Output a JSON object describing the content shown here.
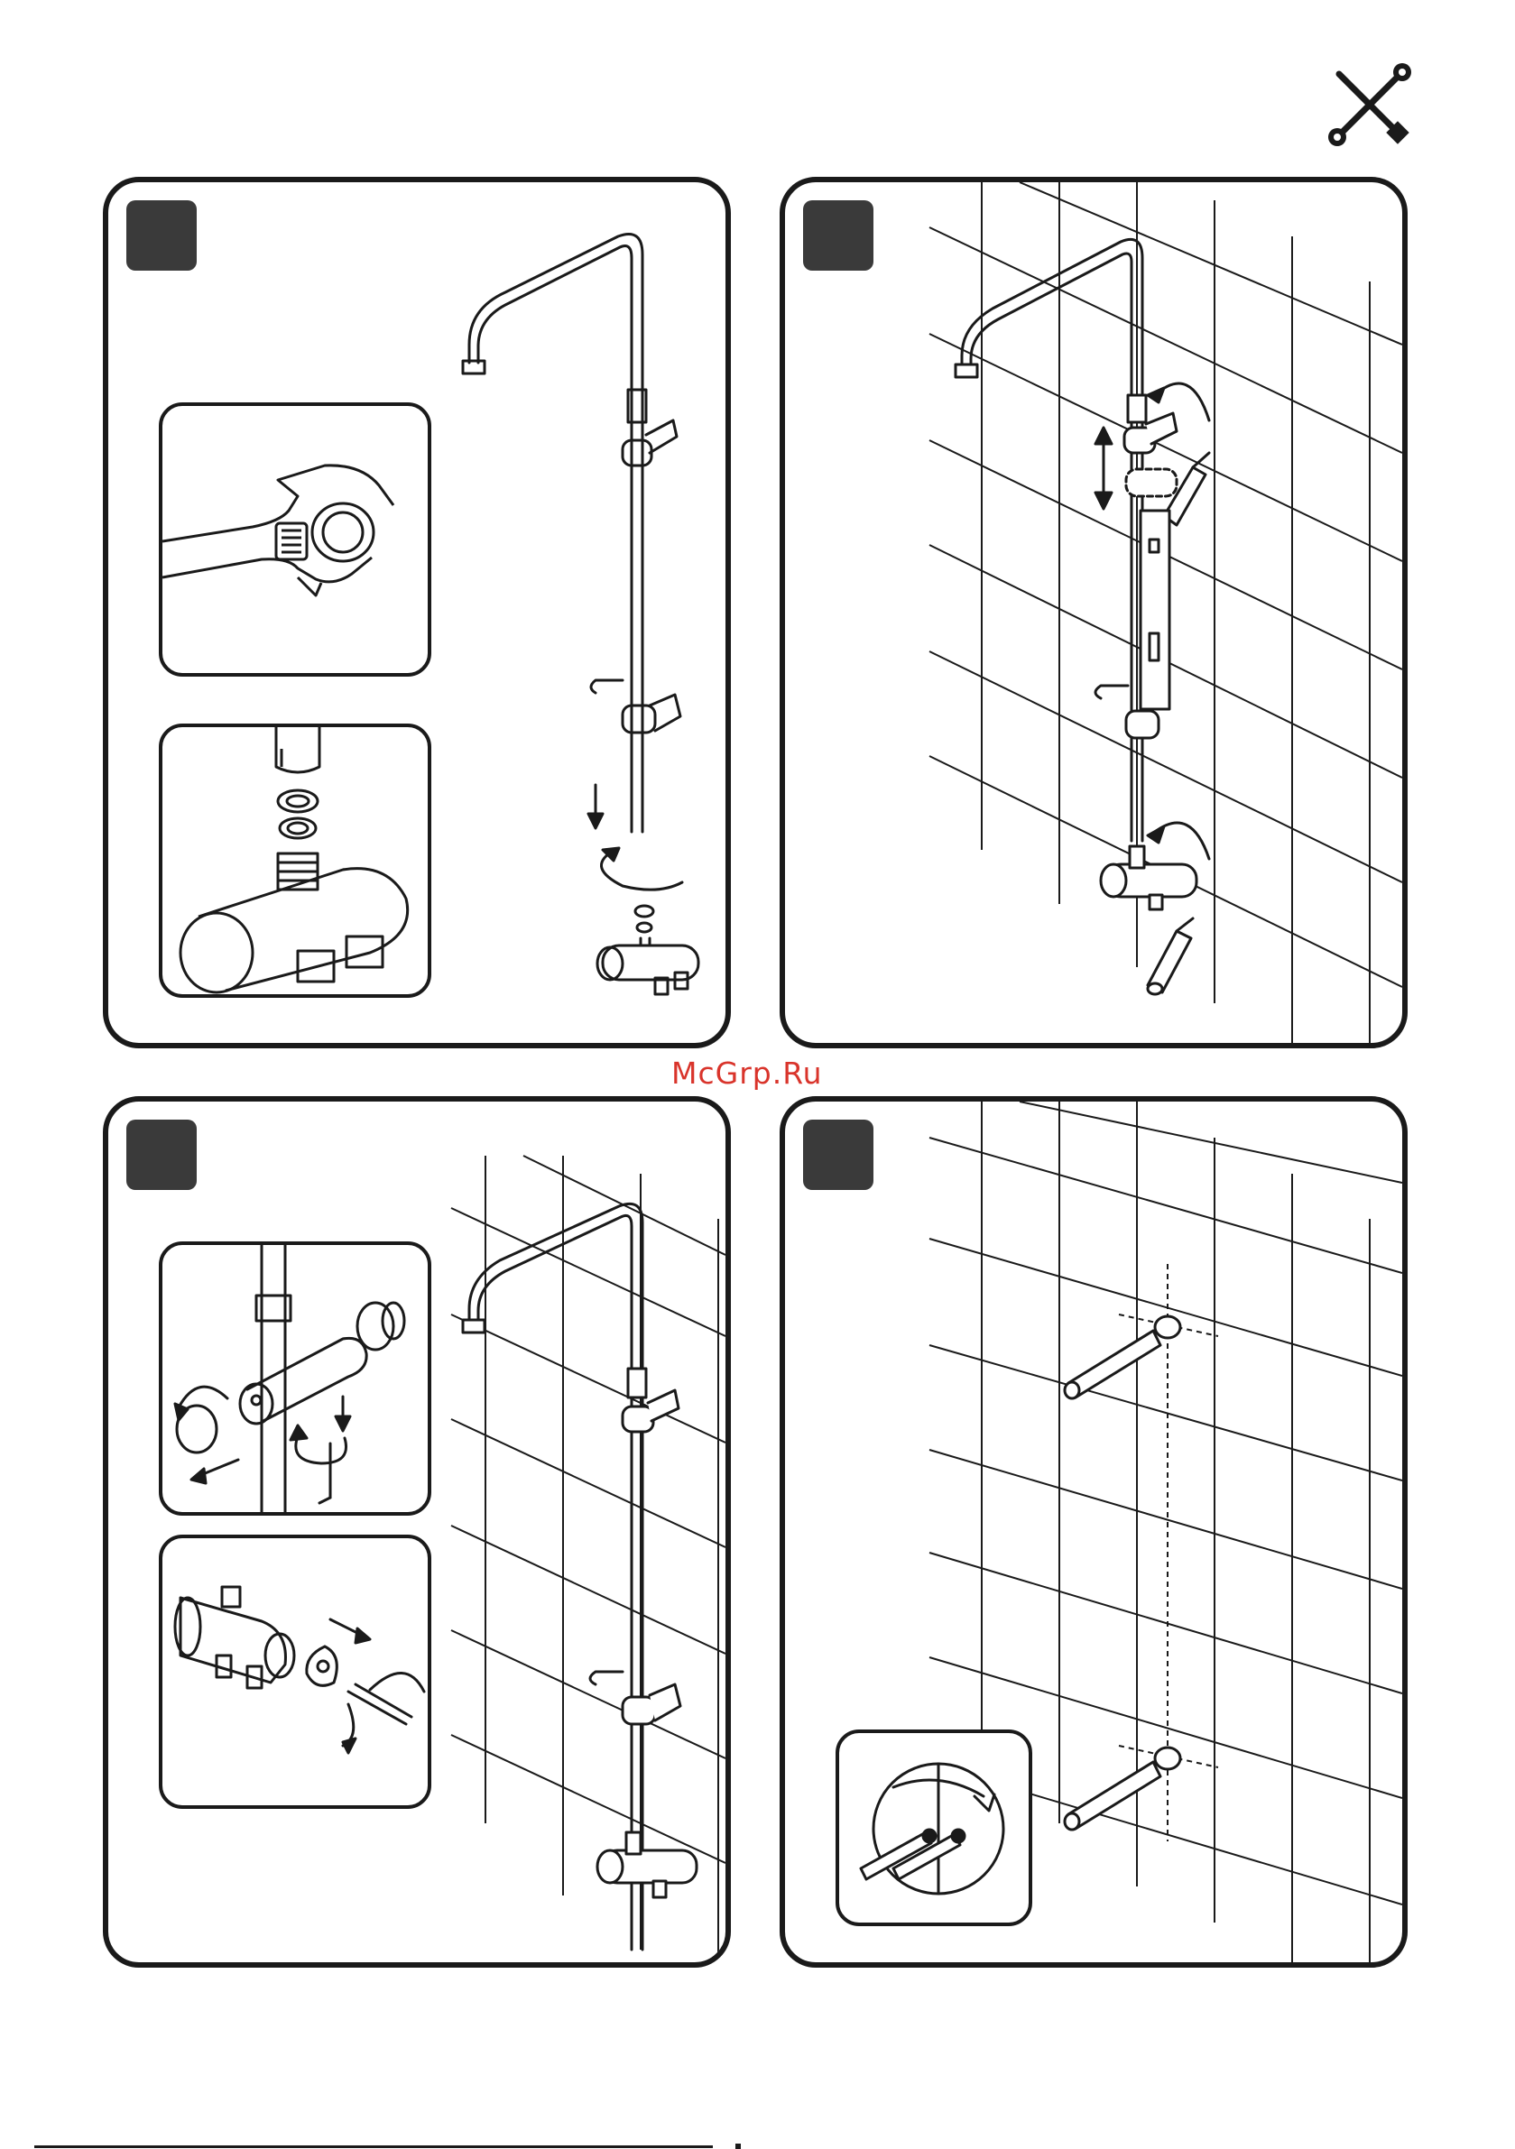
{
  "header": {
    "icon": "wrench-screwdriver-icon"
  },
  "watermark": {
    "text": "McGrp.Ru",
    "color": "#d9342b"
  },
  "palette": {
    "ink": "#1a1a1a",
    "badge": "#3a3a3a",
    "paper": "#ffffff"
  },
  "steps": [
    {
      "id": "step-1",
      "insets": [
        "wrench-tighten",
        "washer-filter-connector"
      ]
    },
    {
      "id": "step-2",
      "insets": []
    },
    {
      "id": "step-3",
      "insets": [
        "handle-allen-key",
        "cartridge-screwdriver"
      ]
    },
    {
      "id": "step-4",
      "insets": [
        "wall-plug-detail"
      ]
    }
  ]
}
